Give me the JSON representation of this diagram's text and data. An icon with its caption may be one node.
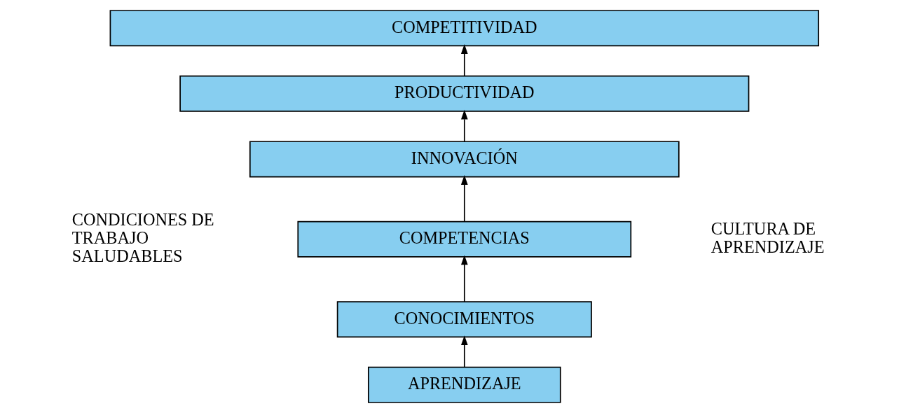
{
  "diagram": {
    "nodes": [
      {
        "text": [
          "COMPETITIVIDAD"
        ]
      },
      {
        "text": [
          "PRODUCTIVIDAD"
        ]
      },
      {
        "text": [
          "INNOVACIÓN"
        ]
      },
      {
        "text": [
          "COMPETENCIAS"
        ]
      },
      {
        "text": [
          "CONOCIMIENTOS"
        ]
      },
      {
        "text": [
          "APRENDIZAJE"
        ]
      }
    ],
    "edges": [
      {
        "from": 5,
        "to": 4,
        "arrow": "to"
      },
      {
        "from": 4,
        "to": 3,
        "arrow": "to"
      },
      {
        "from": 3,
        "to": 2,
        "arrow": "to"
      },
      {
        "from": 2,
        "to": 1,
        "arrow": "to"
      },
      {
        "from": 1,
        "to": 0,
        "arrow": "to"
      }
    ],
    "labels": [
      "CONDICIONES DE TRABAJO SALUDABLES",
      "CULTURA DE APRENDIZAJE"
    ]
  }
}
